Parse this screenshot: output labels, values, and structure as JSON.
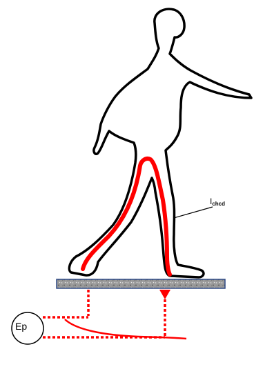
{
  "labels": {
    "current_main": "I",
    "current_sub": "chcd",
    "potential": "Ep"
  },
  "colors": {
    "outline": "#000000",
    "current_path": "#ff0000",
    "floor_fill": "#9a9a9a",
    "floor_border": "#2f4a86"
  }
}
